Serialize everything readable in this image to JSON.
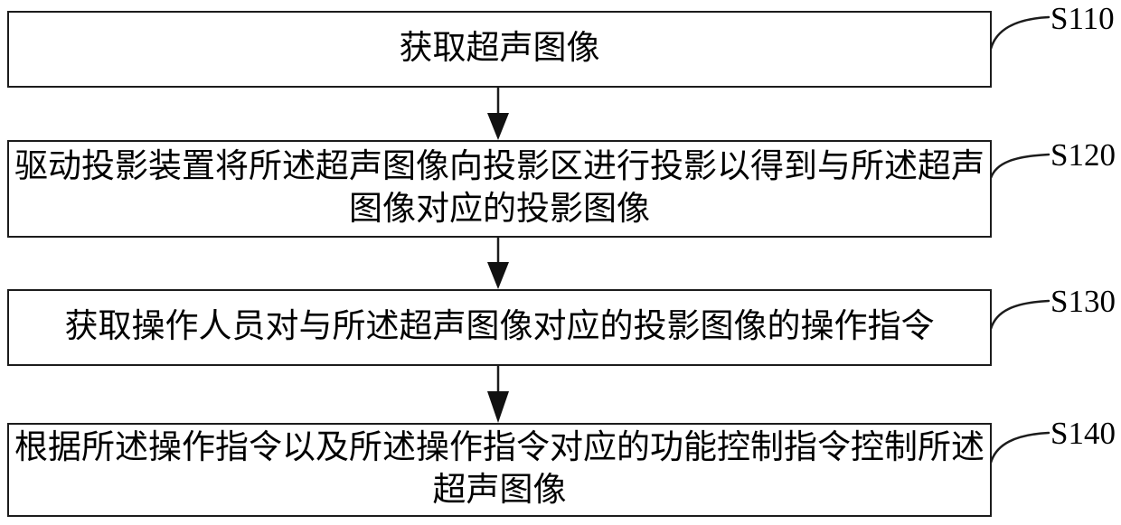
{
  "figure": {
    "type": "flowchart",
    "colors": {
      "line": "#1c1c1c",
      "arrow_fill": "#111111",
      "background": "#ffffff",
      "text": "#000000"
    },
    "steps": [
      {
        "label": "S110",
        "text": "获取超声图像",
        "lines": [
          "获取超声图像"
        ]
      },
      {
        "label": "S120",
        "text": "驱动投影装置将所述超声图像向投影区进行投影以得到与所述超声图像对应的投影图像",
        "lines": [
          "驱动投影装置将所述超声图像向投影区进行投影以得到与所述超声",
          "图像对应的投影图像"
        ]
      },
      {
        "label": "S130",
        "text": "获取操作人员对与所述超声图像对应的投影图像的操作指令",
        "lines": [
          "获取操作人员对与所述超声图像对应的投影图像的操作指令"
        ]
      },
      {
        "label": "S140",
        "text": "根据所述操作指令以及所述操作指令对应的功能控制指令控制所述超声图像",
        "lines": [
          "根据所述操作指令以及所述操作指令对应的功能控制指令控制所述",
          "超声图像"
        ]
      }
    ]
  }
}
